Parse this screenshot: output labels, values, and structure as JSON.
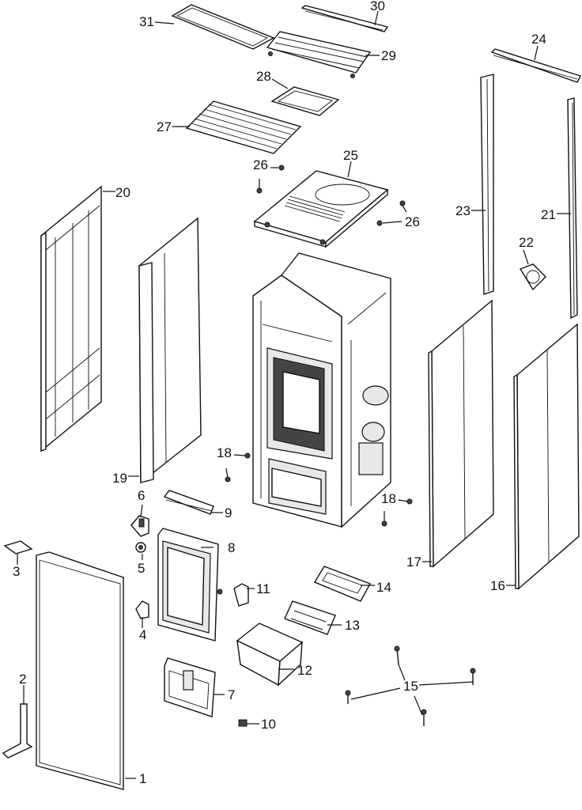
{
  "labels": {
    "l1": "1",
    "l2": "2",
    "l3": "3",
    "l4": "4",
    "l5": "5",
    "l6": "6",
    "l7": "7",
    "l8": "8",
    "l9": "9",
    "l10": "10",
    "l11": "11",
    "l12": "12",
    "l13": "13",
    "l14": "14",
    "l15": "15",
    "l16": "16",
    "l17": "17",
    "l18a": "18",
    "l18b": "18",
    "l19": "19",
    "l20": "20",
    "l21": "21",
    "l22": "22",
    "l23": "23",
    "l24": "24",
    "l25": "25",
    "l26a": "26",
    "l26b": "26",
    "l27": "27",
    "l28": "28",
    "l29": "29",
    "l30": "30",
    "l31": "31"
  }
}
